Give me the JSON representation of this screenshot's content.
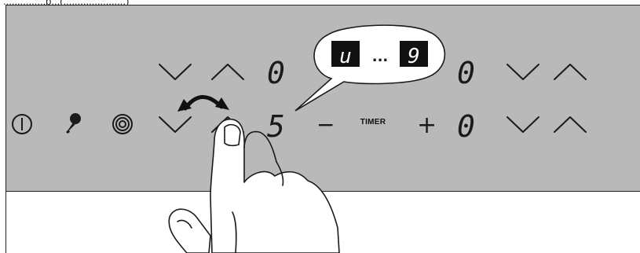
{
  "caption": "...............p...(......................)",
  "cooktop": {
    "timer_label": "TIMER",
    "timer_minus": "−",
    "timer_plus": "+",
    "displays": {
      "zone_top": "0",
      "zone_bottom": "5",
      "timer_top": "0",
      "timer_bottom": "0"
    },
    "callout": {
      "min_level": "u",
      "ellipsis": "...",
      "max_level": "9"
    }
  },
  "colors": {
    "panel": "#b9b9b9",
    "ink": "#1a1a1a",
    "display_bg": "#111111",
    "display_fg": "#ffffff"
  },
  "icons": [
    "power-icon",
    "key-lock-icon",
    "boost-icon",
    "chevron-down-icon",
    "chevron-up-icon",
    "swipe-arrow-icon",
    "finger-icon"
  ]
}
